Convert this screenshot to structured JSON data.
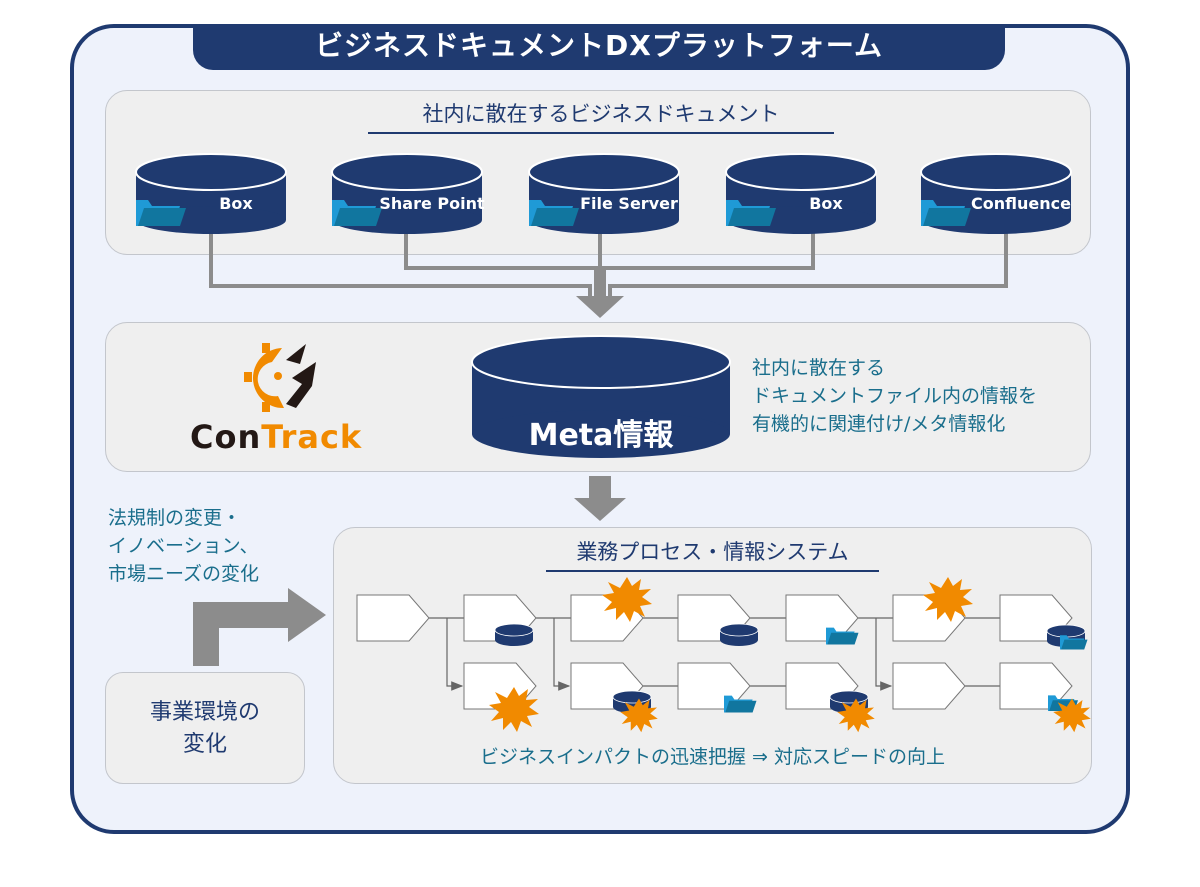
{
  "title": "ビジネスドキュメントDXプラットフォーム",
  "sources_panel": {
    "heading": "社内に散在するビジネスドキュメント",
    "sources": [
      {
        "label": "Box",
        "icon": "database-icon"
      },
      {
        "label": "Share Point",
        "icon": "database-icon"
      },
      {
        "label": "File Server",
        "icon": "database-icon"
      },
      {
        "label": "Box",
        "icon": "database-icon"
      },
      {
        "label": "Confluence",
        "icon": "database-icon"
      }
    ]
  },
  "contrack_panel": {
    "logo_text_dark": "Con",
    "logo_text_orange": "Track",
    "meta_db_label": "Meta情報",
    "description": [
      "社内に散在する",
      "ドキュメントファイル内の情報を",
      "有機的に関連付け/メタ情報化"
    ]
  },
  "environment": {
    "drivers": [
      "法規制の変更・",
      "イノベーション、",
      "市場ニーズの変化"
    ],
    "box_label": [
      "事業環境の",
      "変化"
    ]
  },
  "process_panel": {
    "heading": "業務プロセス・情報システム",
    "footer": "ビジネスインパクトの迅速把握 ⇒ 対応スピードの向上"
  },
  "colors": {
    "navy": "#1f3a70",
    "teal_text": "#1a6e8c",
    "folder_blue": "#1f8fc4",
    "impact_orange": "#f18a00",
    "arrow_gray": "#8c8c8c",
    "panel_bg": "#efefef",
    "frame_bg": "#eef2fb"
  }
}
